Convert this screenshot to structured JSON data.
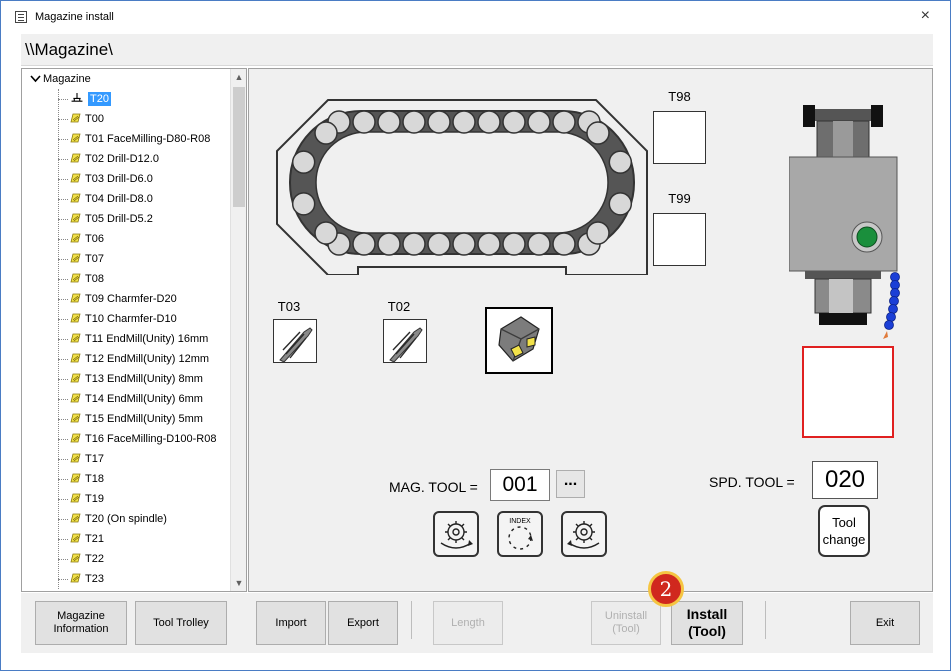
{
  "window": {
    "title": "Magazine install",
    "close_glyph": "×",
    "path": "\\\\Magazine\\"
  },
  "tree": {
    "root_label": "Magazine",
    "expand_glyph": "❯",
    "items": [
      {
        "label": "T20",
        "icon": "spindle-icon",
        "selected": true
      },
      {
        "label": "T00",
        "icon": "tool-icon"
      },
      {
        "label": "T01 FaceMilling-D80-R08",
        "icon": "tool-icon"
      },
      {
        "label": "T02 Drill-D12.0",
        "icon": "tool-icon"
      },
      {
        "label": "T03 Drill-D6.0",
        "icon": "tool-icon"
      },
      {
        "label": "T04 Drill-D8.0",
        "icon": "tool-icon"
      },
      {
        "label": "T05 Drill-D5.2",
        "icon": "tool-icon"
      },
      {
        "label": "T06",
        "icon": "tool-icon"
      },
      {
        "label": "T07",
        "icon": "tool-icon"
      },
      {
        "label": "T08",
        "icon": "tool-icon"
      },
      {
        "label": "T09 Charmfer-D20",
        "icon": "tool-icon"
      },
      {
        "label": "T10 Charmfer-D10",
        "icon": "tool-icon"
      },
      {
        "label": "T11 EndMill(Unity) 16mm",
        "icon": "tool-icon"
      },
      {
        "label": "T12 EndMill(Unity) 12mm",
        "icon": "tool-icon"
      },
      {
        "label": "T13 EndMill(Unity) 8mm",
        "icon": "tool-icon"
      },
      {
        "label": "T14 EndMill(Unity) 6mm",
        "icon": "tool-icon"
      },
      {
        "label": "T15 EndMill(Unity) 5mm",
        "icon": "tool-icon"
      },
      {
        "label": "T16 FaceMilling-D100-R08",
        "icon": "tool-icon"
      },
      {
        "label": "T17",
        "icon": "tool-icon"
      },
      {
        "label": "T18",
        "icon": "tool-icon"
      },
      {
        "label": "T19",
        "icon": "tool-icon"
      },
      {
        "label": "T20 (On spindle)",
        "icon": "tool-icon"
      },
      {
        "label": "T21",
        "icon": "tool-icon"
      },
      {
        "label": "T22",
        "icon": "tool-icon"
      },
      {
        "label": "T23",
        "icon": "tool-icon"
      }
    ]
  },
  "magazine": {
    "slot_t98": "T98",
    "slot_t99": "T99",
    "tool_t03": "T03",
    "tool_t02": "T02",
    "mag_tool_label": "MAG. TOOL =",
    "mag_tool_value": "001",
    "browse_label": "...",
    "index_label": "INDEX",
    "spd_tool_label": "SPD. TOOL =",
    "spd_tool_value": "020",
    "tool_change_line1": "Tool",
    "tool_change_line2": "change"
  },
  "buttons": {
    "magazine_info_line1": "Magazine",
    "magazine_info_line2": "Information",
    "tool_trolley": "Tool Trolley",
    "import": "Import",
    "export": "Export",
    "length": "Length",
    "uninstall_line1": "Uninstall",
    "uninstall_line2": "(Tool)",
    "install_line1": "Install",
    "install_line2": "(Tool)",
    "exit": "Exit"
  },
  "annotation": {
    "badge": "2"
  },
  "colors": {
    "selection": "#3399ff",
    "badge_red": "#d0281e",
    "badge_ring": "#f5c542",
    "red_box": "#e02020",
    "tool_icon_yellow": "#f2e24a",
    "spindle_green": "#1a8f3c",
    "coolant_blue": "#1b3fd6"
  }
}
